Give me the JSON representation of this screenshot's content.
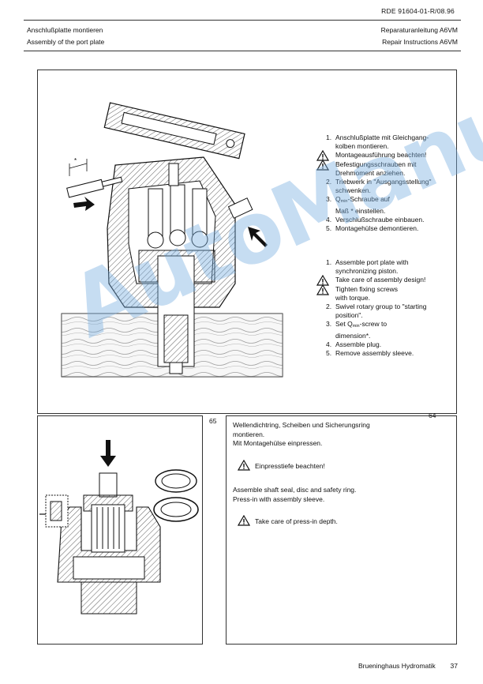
{
  "header": {
    "doc_ref": "RDE 91604-01-R/08.96",
    "title_de": "Anschlußplatte montieren",
    "title_en": "Assembly of the port plate",
    "manual_de": "Reparaturanleitung A6VM",
    "manual_en": "Repair Instructions A6VM"
  },
  "panel1": {
    "dim_label": "*",
    "steps_de": [
      {
        "marker": "1.",
        "text": "Anschlußplatte mit Gleichgang-"
      },
      {
        "marker": "",
        "text": "kolben montieren."
      },
      {
        "marker": "warning",
        "text": "Montageausführung beachten!"
      },
      {
        "marker": "warning",
        "text": "Befestigungsschrauben mit"
      },
      {
        "marker": "",
        "text": "Drehmoment anziehen."
      },
      {
        "marker": "2.",
        "text": "Triebwerk in \"Ausgangsstellung\""
      },
      {
        "marker": "",
        "text": "schwenken."
      },
      {
        "marker": "3.",
        "text": "Q",
        "sub": "min",
        "tail": "-Schraube auf"
      },
      {
        "marker": "",
        "text": "Maß * einstellen."
      },
      {
        "marker": "4.",
        "text": "Verschlußschraube einbauen."
      },
      {
        "marker": "5.",
        "text": "Montagehülse demontieren."
      }
    ],
    "steps_en": [
      {
        "marker": "1.",
        "text": "Assemble port plate with"
      },
      {
        "marker": "",
        "text": "synchronizing piston."
      },
      {
        "marker": "warning",
        "text": "Take care of assembly design!"
      },
      {
        "marker": "warning",
        "text": "Tighten fixing screws"
      },
      {
        "marker": "",
        "text": "with torque."
      },
      {
        "marker": "2.",
        "text": "Swivel rotary group to \"starting"
      },
      {
        "marker": "",
        "text": "position\"."
      },
      {
        "marker": "3.",
        "text": "Set Q",
        "sub": "min",
        "tail": "-screw to"
      },
      {
        "marker": "",
        "text": "dimension*."
      },
      {
        "marker": "4.",
        "text": "Assemble plug."
      },
      {
        "marker": "5.",
        "text": "Remove assembly sleeve."
      }
    ],
    "figure_number": "64"
  },
  "panel2": {
    "figure_number": "65",
    "de_line1": "Wellendichtring, Scheiben und Sicherungsring",
    "de_line2": "montieren.",
    "de_line3": "Mit Montagehülse einpressen.",
    "de_warning": "Einpresstiefe beachten!",
    "en_line1": "Assemble shaft seal, disc and safety ring.",
    "en_line2": "Press-in with assembly sleeve.",
    "en_warning": "Take care of press-in depth."
  },
  "footer": {
    "company": "Brueninghaus Hydromatik",
    "page_number": "37"
  },
  "watermark": "AutoManual"
}
